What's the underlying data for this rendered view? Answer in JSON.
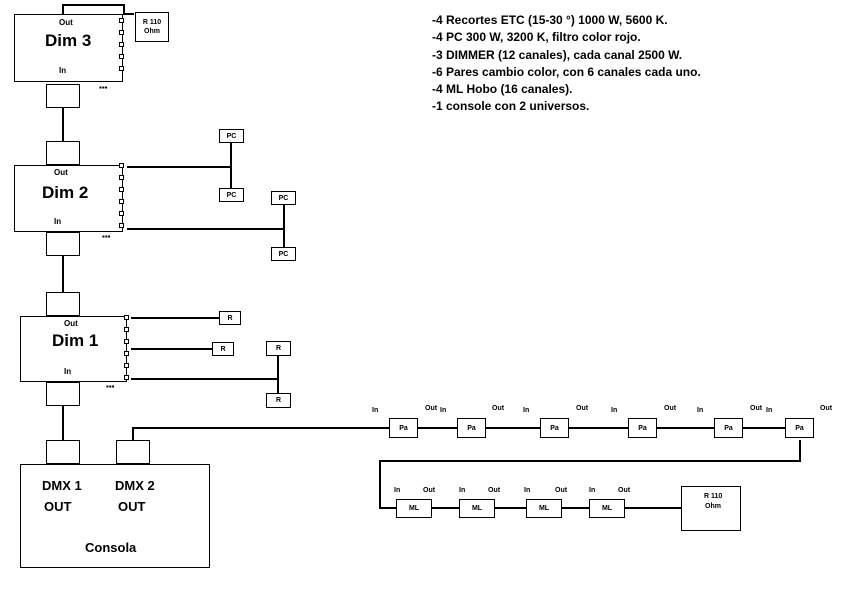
{
  "notes": [
    "-4 Recortes ETC (15-30 °) 1000 W, 5600 K.",
    "-4 PC 300 W, 3200 K, filtro color rojo.",
    "-3 DIMMER (12 canales), cada canal 2500 W.",
    "-6 Pares cambio color, con 6 canales cada uno.",
    "-4 ML Hobo (16 canales).",
    "-1 console con 2 universos."
  ],
  "dimmers": {
    "dim3": {
      "label": "Dim 3",
      "out": "Out",
      "in": "In"
    },
    "dim2": {
      "label": "Dim 2",
      "out": "Out",
      "in": "In"
    },
    "dim1": {
      "label": "Dim 1",
      "out": "Out",
      "in": "In"
    }
  },
  "terminators": {
    "top": {
      "line1": "R 110",
      "line2": "Ohm"
    },
    "bottom": {
      "line1": "R 110",
      "line2": "Ohm"
    }
  },
  "pc_fixtures": [
    "PC",
    "PC",
    "PC",
    "PC"
  ],
  "recortes": [
    "R",
    "R",
    "R",
    "R"
  ],
  "console": {
    "label": "Consola",
    "dmx1_line1": "DMX 1",
    "dmx1_line2": "OUT",
    "dmx2_line1": "DMX 2",
    "dmx2_line2": "OUT"
  },
  "pars": [
    {
      "label": "Pa",
      "in": "In",
      "out": "Out"
    },
    {
      "label": "Pa",
      "in": "In",
      "out": "Out"
    },
    {
      "label": "Pa",
      "in": "In",
      "out": "Out"
    },
    {
      "label": "Pa",
      "in": "In",
      "out": "Out"
    },
    {
      "label": "Pa",
      "in": "In",
      "out": "Out"
    },
    {
      "label": "Pa",
      "in": "In",
      "out": "Out"
    }
  ],
  "mls": [
    {
      "label": "ML",
      "in": "In",
      "out": "Out"
    },
    {
      "label": "ML",
      "in": "In",
      "out": "Out"
    },
    {
      "label": "ML",
      "in": "In",
      "out": "Out"
    },
    {
      "label": "ML",
      "in": "In",
      "out": "Out"
    }
  ],
  "dots": "▪▪▪"
}
